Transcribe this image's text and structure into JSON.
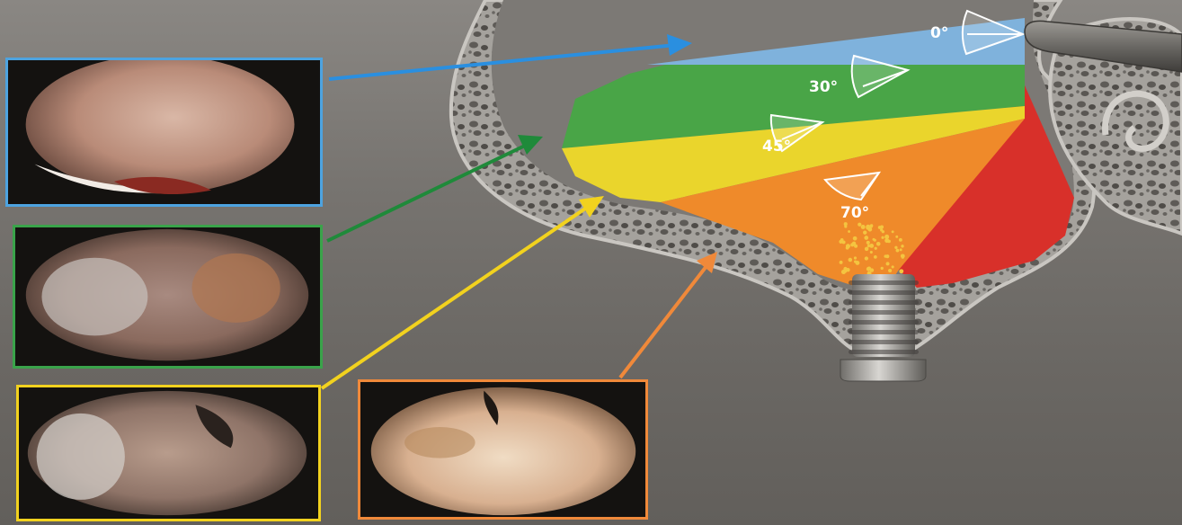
{
  "angles": [
    {
      "label": "0°",
      "color": "#7fb2dc"
    },
    {
      "label": "30°",
      "color": "#49a547"
    },
    {
      "label": "45°",
      "color": "#ead52c"
    },
    {
      "label": "70°",
      "color": "#ef8a2a"
    }
  ],
  "extra_sector_color": "#d8302a",
  "photo_border_colors": {
    "blue": "#4da3e0",
    "green": "#3aa34a",
    "yellow": "#f2d21e",
    "orange": "#f0893a"
  }
}
